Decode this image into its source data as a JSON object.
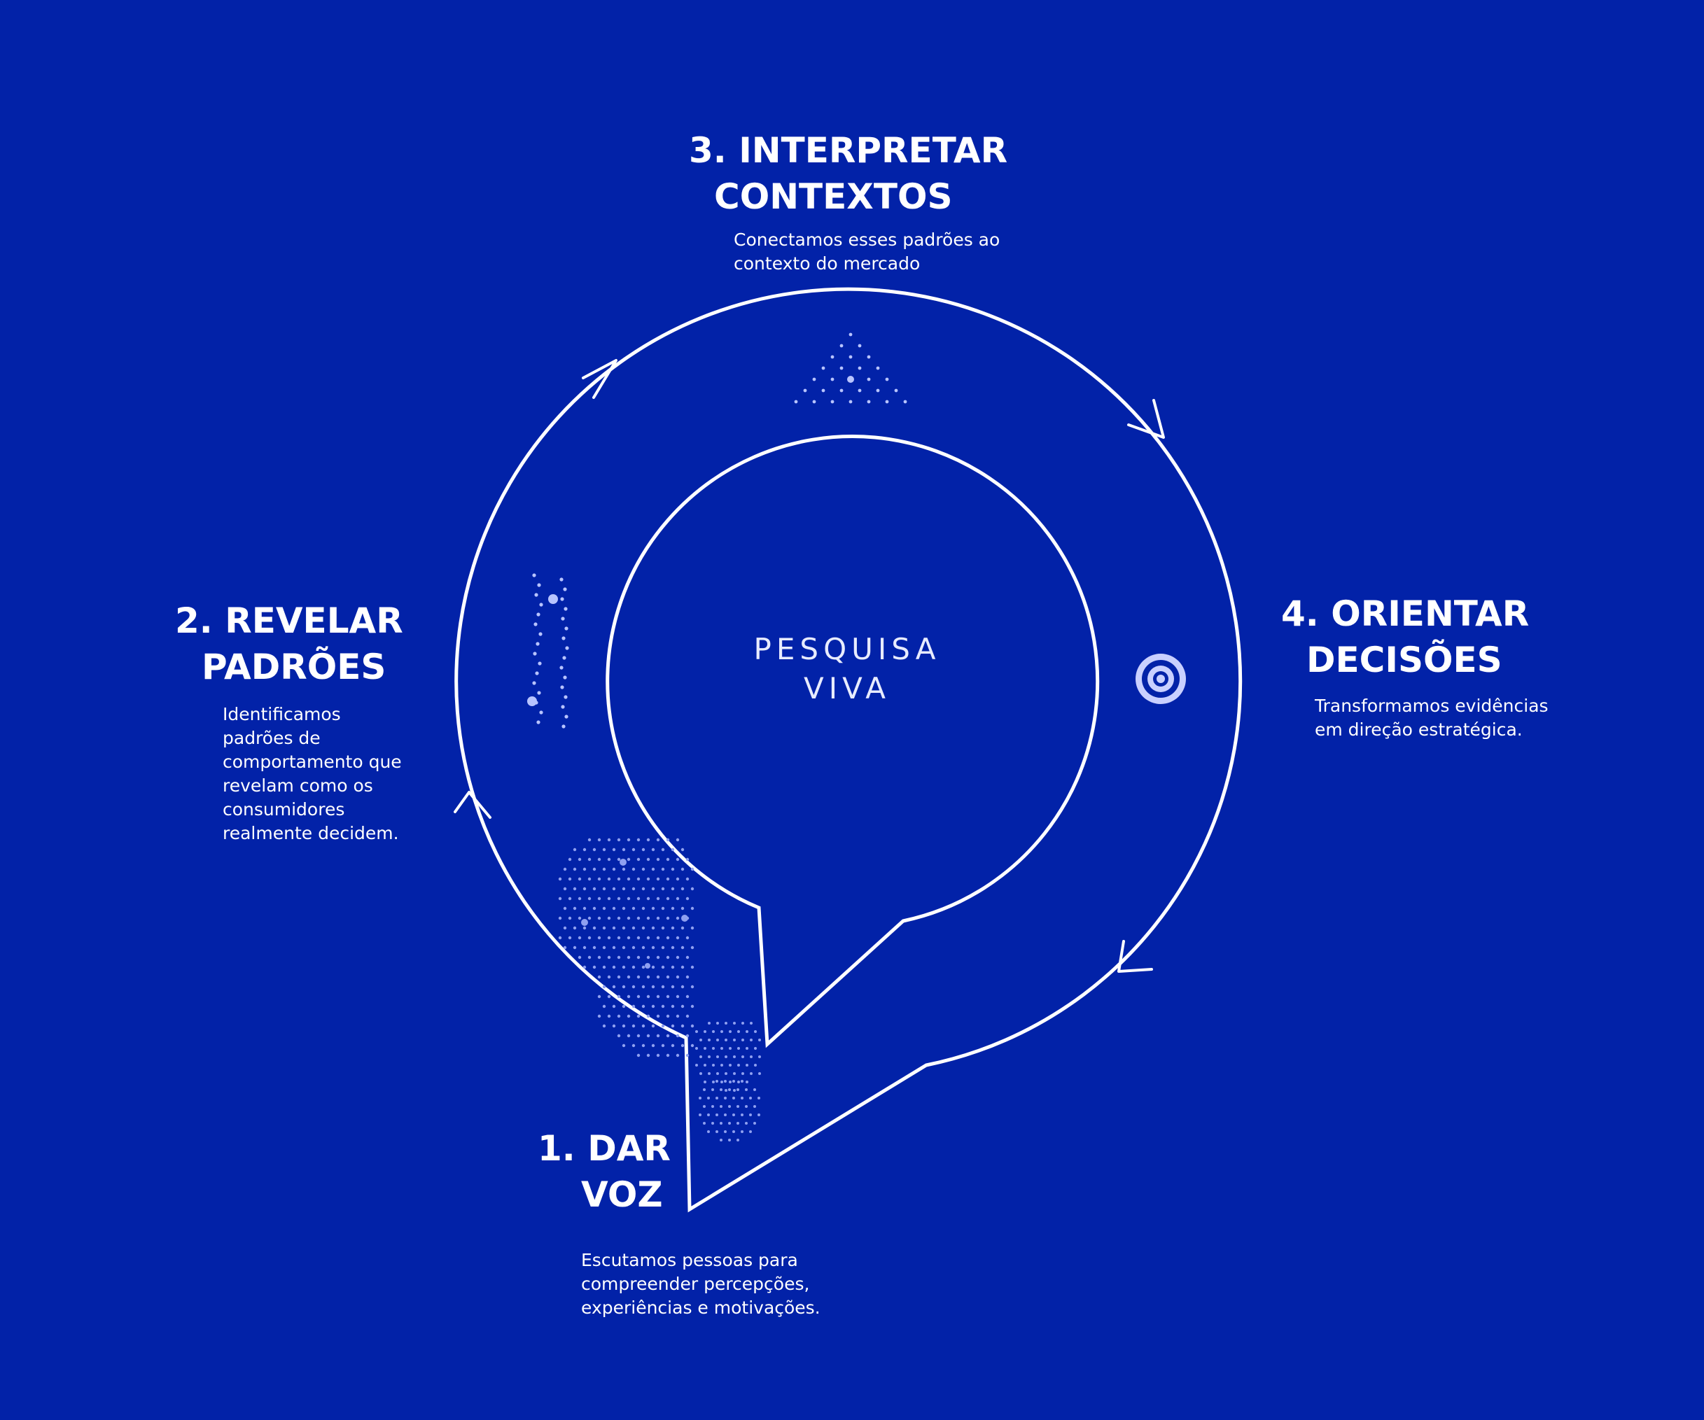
{
  "center": {
    "line1": "PESQUISA",
    "line2": "VIVA"
  },
  "stages": {
    "dar_voz": {
      "title_line1": "1.  DAR",
      "title_line2": "VOZ",
      "desc_lines": [
        "Escutamos pessoas para",
        "compreender percepções,",
        "experiências e motivações."
      ]
    },
    "revelar_padroes": {
      "title_line1": "2. REVELAR",
      "title_line2": "PADRÕES",
      "desc_lines": [
        "Identificamos",
        "padrões de",
        "comportamento que",
        "revelam como os",
        "consumidores",
        "realmente decidem."
      ]
    },
    "interpretar_contextos": {
      "title_line1": "3. INTERPRETAR",
      "title_line2": "CONTEXTOS",
      "desc_lines": [
        "Conectamos esses padrões ao",
        "contexto do mercado"
      ]
    },
    "orientar_decisoes": {
      "title_line1": "4. ORIENTAR",
      "title_line2": "DECISÕES",
      "desc_lines": [
        "Transformamos evidências",
        "em direção estratégica."
      ]
    }
  },
  "icons": [
    "dot-triangle-icon",
    "dot-column-icon",
    "dot-cloud-icon",
    "target-icon"
  ],
  "colors": {
    "background": "#0222a8",
    "line": "#ffffff",
    "dots": "#b8c4ff"
  }
}
